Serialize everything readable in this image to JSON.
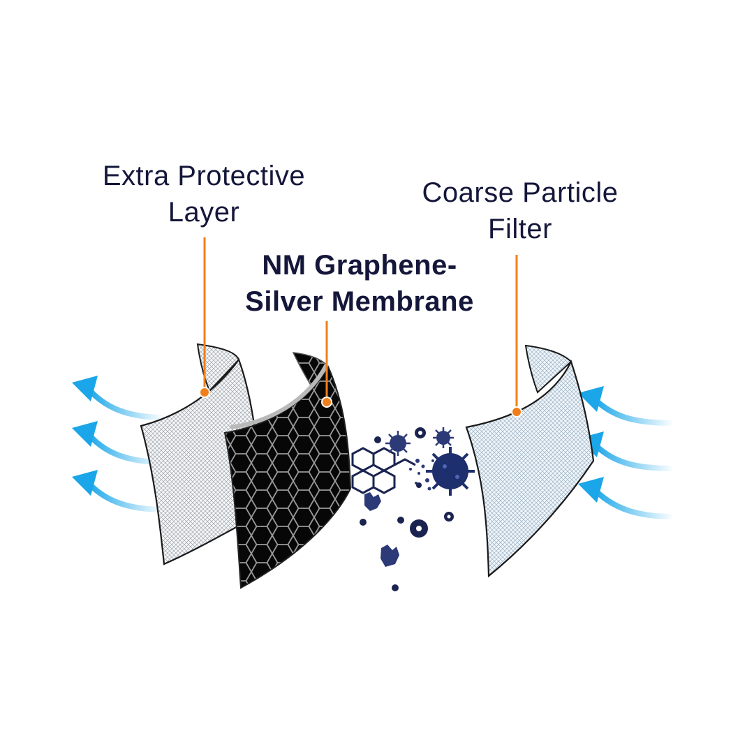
{
  "labels": {
    "extra_protective": {
      "line1": "Extra Protective",
      "line2": "Layer"
    },
    "graphene": {
      "line1": "NM Graphene-",
      "line2": "Silver Membrane"
    },
    "coarse": {
      "line1": "Coarse Particle",
      "line2": "Filter"
    }
  },
  "colors": {
    "text": "#14173a",
    "leader": "#f07f1b",
    "airflow": "#1aa6e8",
    "particles": "#1b2450",
    "membrane": "#0b0b0b"
  },
  "icons": [
    "airflow-arrow-icon",
    "virus-icon",
    "particle-icon",
    "graphene-lattice-icon"
  ]
}
